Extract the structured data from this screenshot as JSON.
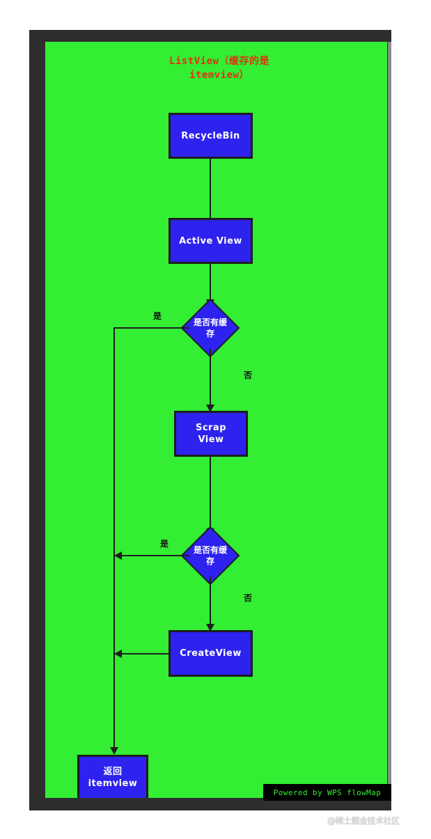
{
  "chart_data": {
    "type": "diagram",
    "title": "ListView（缓存的是\nitemview）",
    "title_color": "#dd3311",
    "canvas_color": "#33ee33",
    "node_fill": "#2d22ee",
    "node_text_color": "#ffffff",
    "nodes": [
      {
        "id": "recyclebin",
        "shape": "rect",
        "label": "RecycleBin"
      },
      {
        "id": "activeview",
        "shape": "rect",
        "label": "Active View"
      },
      {
        "id": "cache1",
        "shape": "diamond",
        "label": "是否有缓\n存"
      },
      {
        "id": "scrapview",
        "shape": "rect",
        "label": "Scrap\nView"
      },
      {
        "id": "cache2",
        "shape": "diamond",
        "label": "是否有缓\n存"
      },
      {
        "id": "createview",
        "shape": "rect",
        "label": "CreateView"
      },
      {
        "id": "returnitem",
        "shape": "rect",
        "label": "返回\nitemview"
      }
    ],
    "edges": [
      {
        "from": "recyclebin",
        "to": "activeview",
        "label": ""
      },
      {
        "from": "activeview",
        "to": "cache1",
        "label": ""
      },
      {
        "from": "cache1",
        "to": "returnitem",
        "label": "是"
      },
      {
        "from": "cache1",
        "to": "scrapview",
        "label": "否"
      },
      {
        "from": "scrapview",
        "to": "cache2",
        "label": ""
      },
      {
        "from": "cache2",
        "to": "returnitem",
        "label": "是"
      },
      {
        "from": "cache2",
        "to": "createview",
        "label": "否"
      },
      {
        "from": "createview",
        "to": "returnitem",
        "label": ""
      }
    ]
  },
  "footer": {
    "powered_by": "Powered by WPS flowMap",
    "powered_color": "#33ee33"
  },
  "watermark": {
    "text": "@稀土掘金技术社区"
  }
}
